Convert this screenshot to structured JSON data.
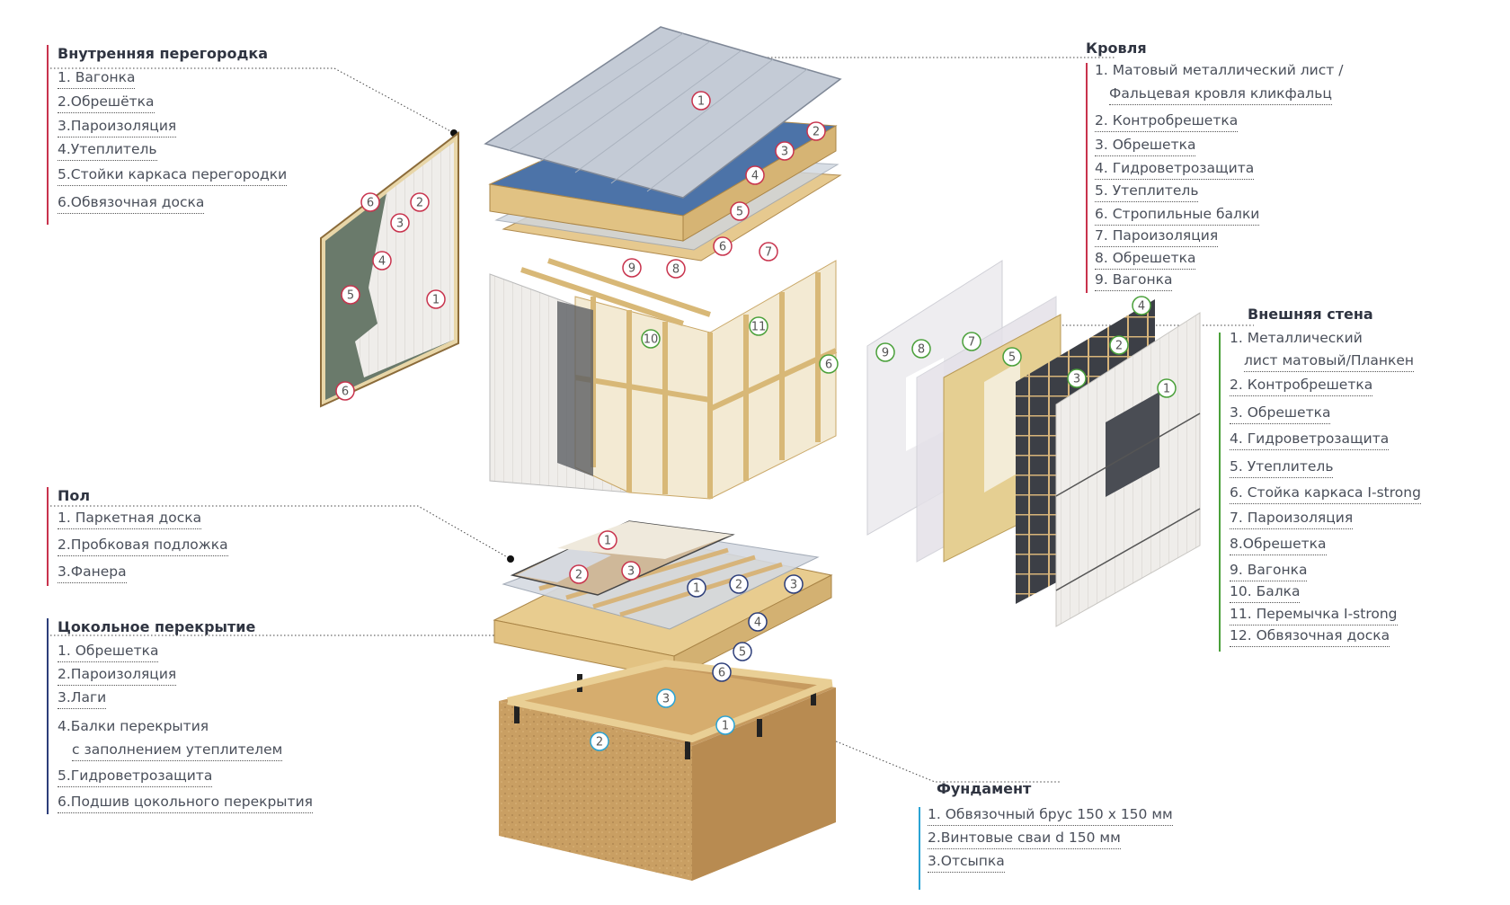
{
  "colors": {
    "red": "#c8334d",
    "green": "#4aa03a",
    "navy": "#2d3e7a",
    "cyan": "#2aa3d4",
    "wood": "#e3c387",
    "roof_metal": "#c4cbd6",
    "siding": "#eeecea",
    "ground": "#c99f63"
  },
  "partition": {
    "title": "Внутренняя перегородка",
    "items": [
      "1. Вагонка",
      "2.Обрешётка",
      "3.Пароизоляция",
      "4.Утеплитель",
      "5.Стойки каркаса перегородки",
      "6.Обвязочная доска"
    ]
  },
  "roof": {
    "title": "Кровля",
    "items": [
      "1. Матовый металлический лист /",
      "Фальцевая кровля кликфальц",
      "2. Контробрешетка",
      "3. Обрешетка",
      "4. Гидроветрозащита",
      "5. Утеплитель",
      "6. Стропильные балки",
      "7. Пароизоляция",
      "8. Обрешетка",
      "9. Вагонка"
    ]
  },
  "outer_wall": {
    "title": "Внешняя стена",
    "items": [
      "1.  Металлический",
      "лист матовый/Планкен",
      "2. Контробрешетка",
      "3. Обрешетка",
      "4.  Гидроветрозащита",
      "5.  Утеплитель",
      "6. Стойка каркаса I-strong",
      "7.  Пароизоляция",
      "8.Обрешетка",
      "9.  Вагонка",
      "10. Балка",
      "11. Перемычка I-strong",
      "12. Обвязочная доска"
    ]
  },
  "floor": {
    "title": "Пол",
    "items": [
      "1. Паркетная доска",
      "2.Пробковая подложка",
      "3.Фанера"
    ]
  },
  "base_floor": {
    "title": "Цокольное перекрытие",
    "items": [
      "1. Обрешетка",
      "2.Пароизоляция",
      "3.Лаги",
      "4.Балки перекрытия",
      "с заполнением утеплителем",
      "5.Гидроветрозащита",
      "6.Подшив цокольного перекрытия"
    ]
  },
  "foundation": {
    "title": "Фундамент",
    "items": [
      "1. Обвязочный брус 150 х 150 мм",
      "2.Винтовые сваи d 150 мм",
      "3.Отсыпка"
    ]
  },
  "markers": {
    "roof": [
      "1",
      "2",
      "3",
      "4",
      "5",
      "6",
      "7",
      "8",
      "9"
    ],
    "partition": [
      "1",
      "2",
      "3",
      "4",
      "5",
      "6",
      "6"
    ],
    "frame": [
      "10",
      "11",
      "6"
    ],
    "wall": [
      "1",
      "2",
      "3",
      "4",
      "5",
      "7",
      "8",
      "9"
    ],
    "floor": [
      "1",
      "2",
      "3",
      "1",
      "2",
      "3",
      "4",
      "5",
      "6"
    ],
    "foundation": [
      "1",
      "2",
      "3"
    ]
  }
}
